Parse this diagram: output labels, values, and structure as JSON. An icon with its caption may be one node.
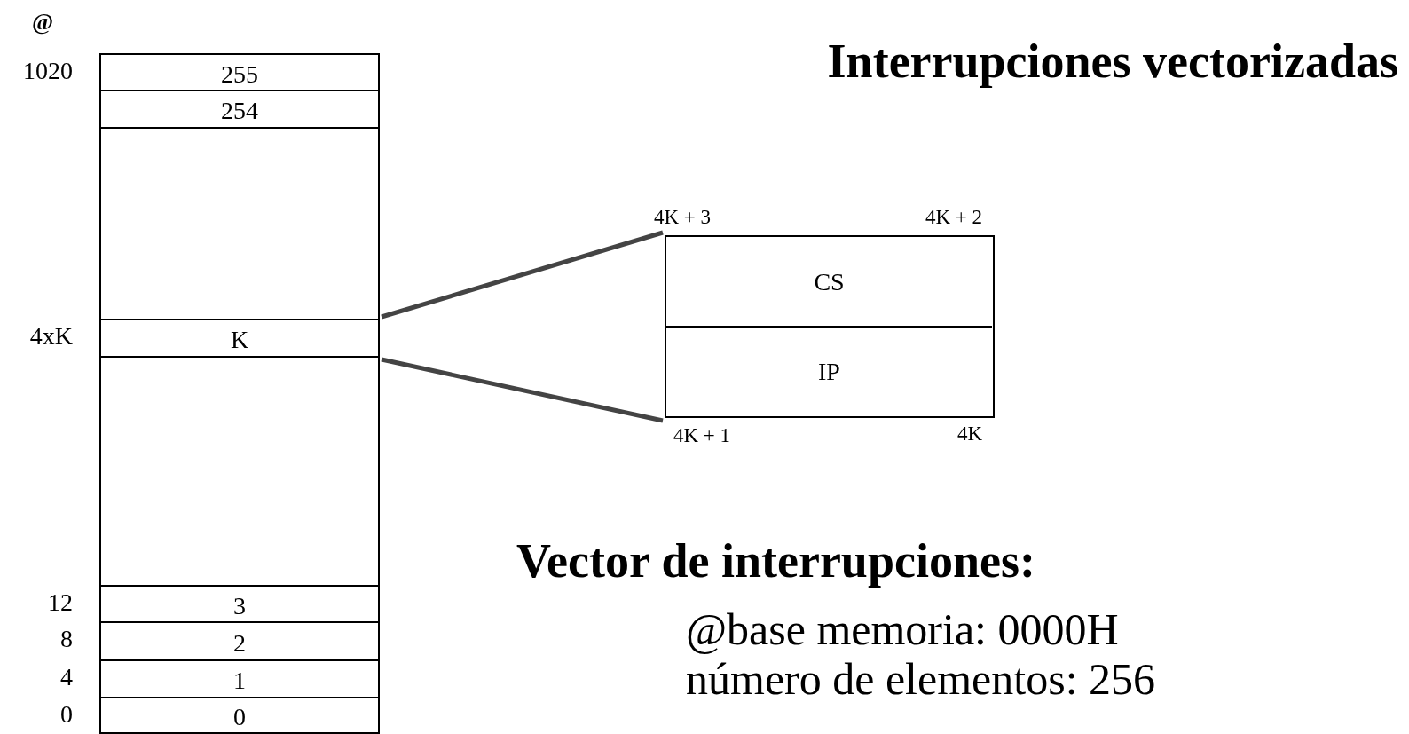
{
  "diagram": {
    "title": "Interrupciones vectorizadas",
    "nodes": [
      {
        "text": [
          "255"
        ],
        "beside": [
          "1020"
        ]
      },
      {
        "text": [
          "254"
        ]
      },
      {
        "text": [],
        "shape": "box"
      },
      {
        "text": [
          "K"
        ],
        "beside": [
          "4xK"
        ]
      },
      {
        "text": [],
        "shape": "box"
      },
      {
        "text": [
          "3"
        ],
        "beside": [
          "12"
        ]
      },
      {
        "text": [
          "2"
        ],
        "beside": [
          "8"
        ]
      },
      {
        "text": [
          "1"
        ],
        "beside": [
          "4"
        ]
      },
      {
        "text": [
          "0"
        ],
        "beside": [
          "0"
        ]
      },
      {
        "text": [],
        "shape": "box",
        "beside": [
          "4K + 3",
          "4K + 2",
          "4K + 1",
          "4K"
        ]
      },
      {
        "text": [
          "CS"
        ],
        "in": 9
      },
      {
        "text": [
          "IP"
        ],
        "in": 9
      }
    ],
    "edges": [
      {
        "from": 3,
        "to": 9,
        "arrow": "none"
      },
      {
        "from": 3,
        "to": 9,
        "arrow": "none"
      }
    ],
    "labels": [
      "@",
      "Vector de interrupciones:",
      "@base memoria: 0000H",
      "número de elementos: 256"
    ]
  }
}
